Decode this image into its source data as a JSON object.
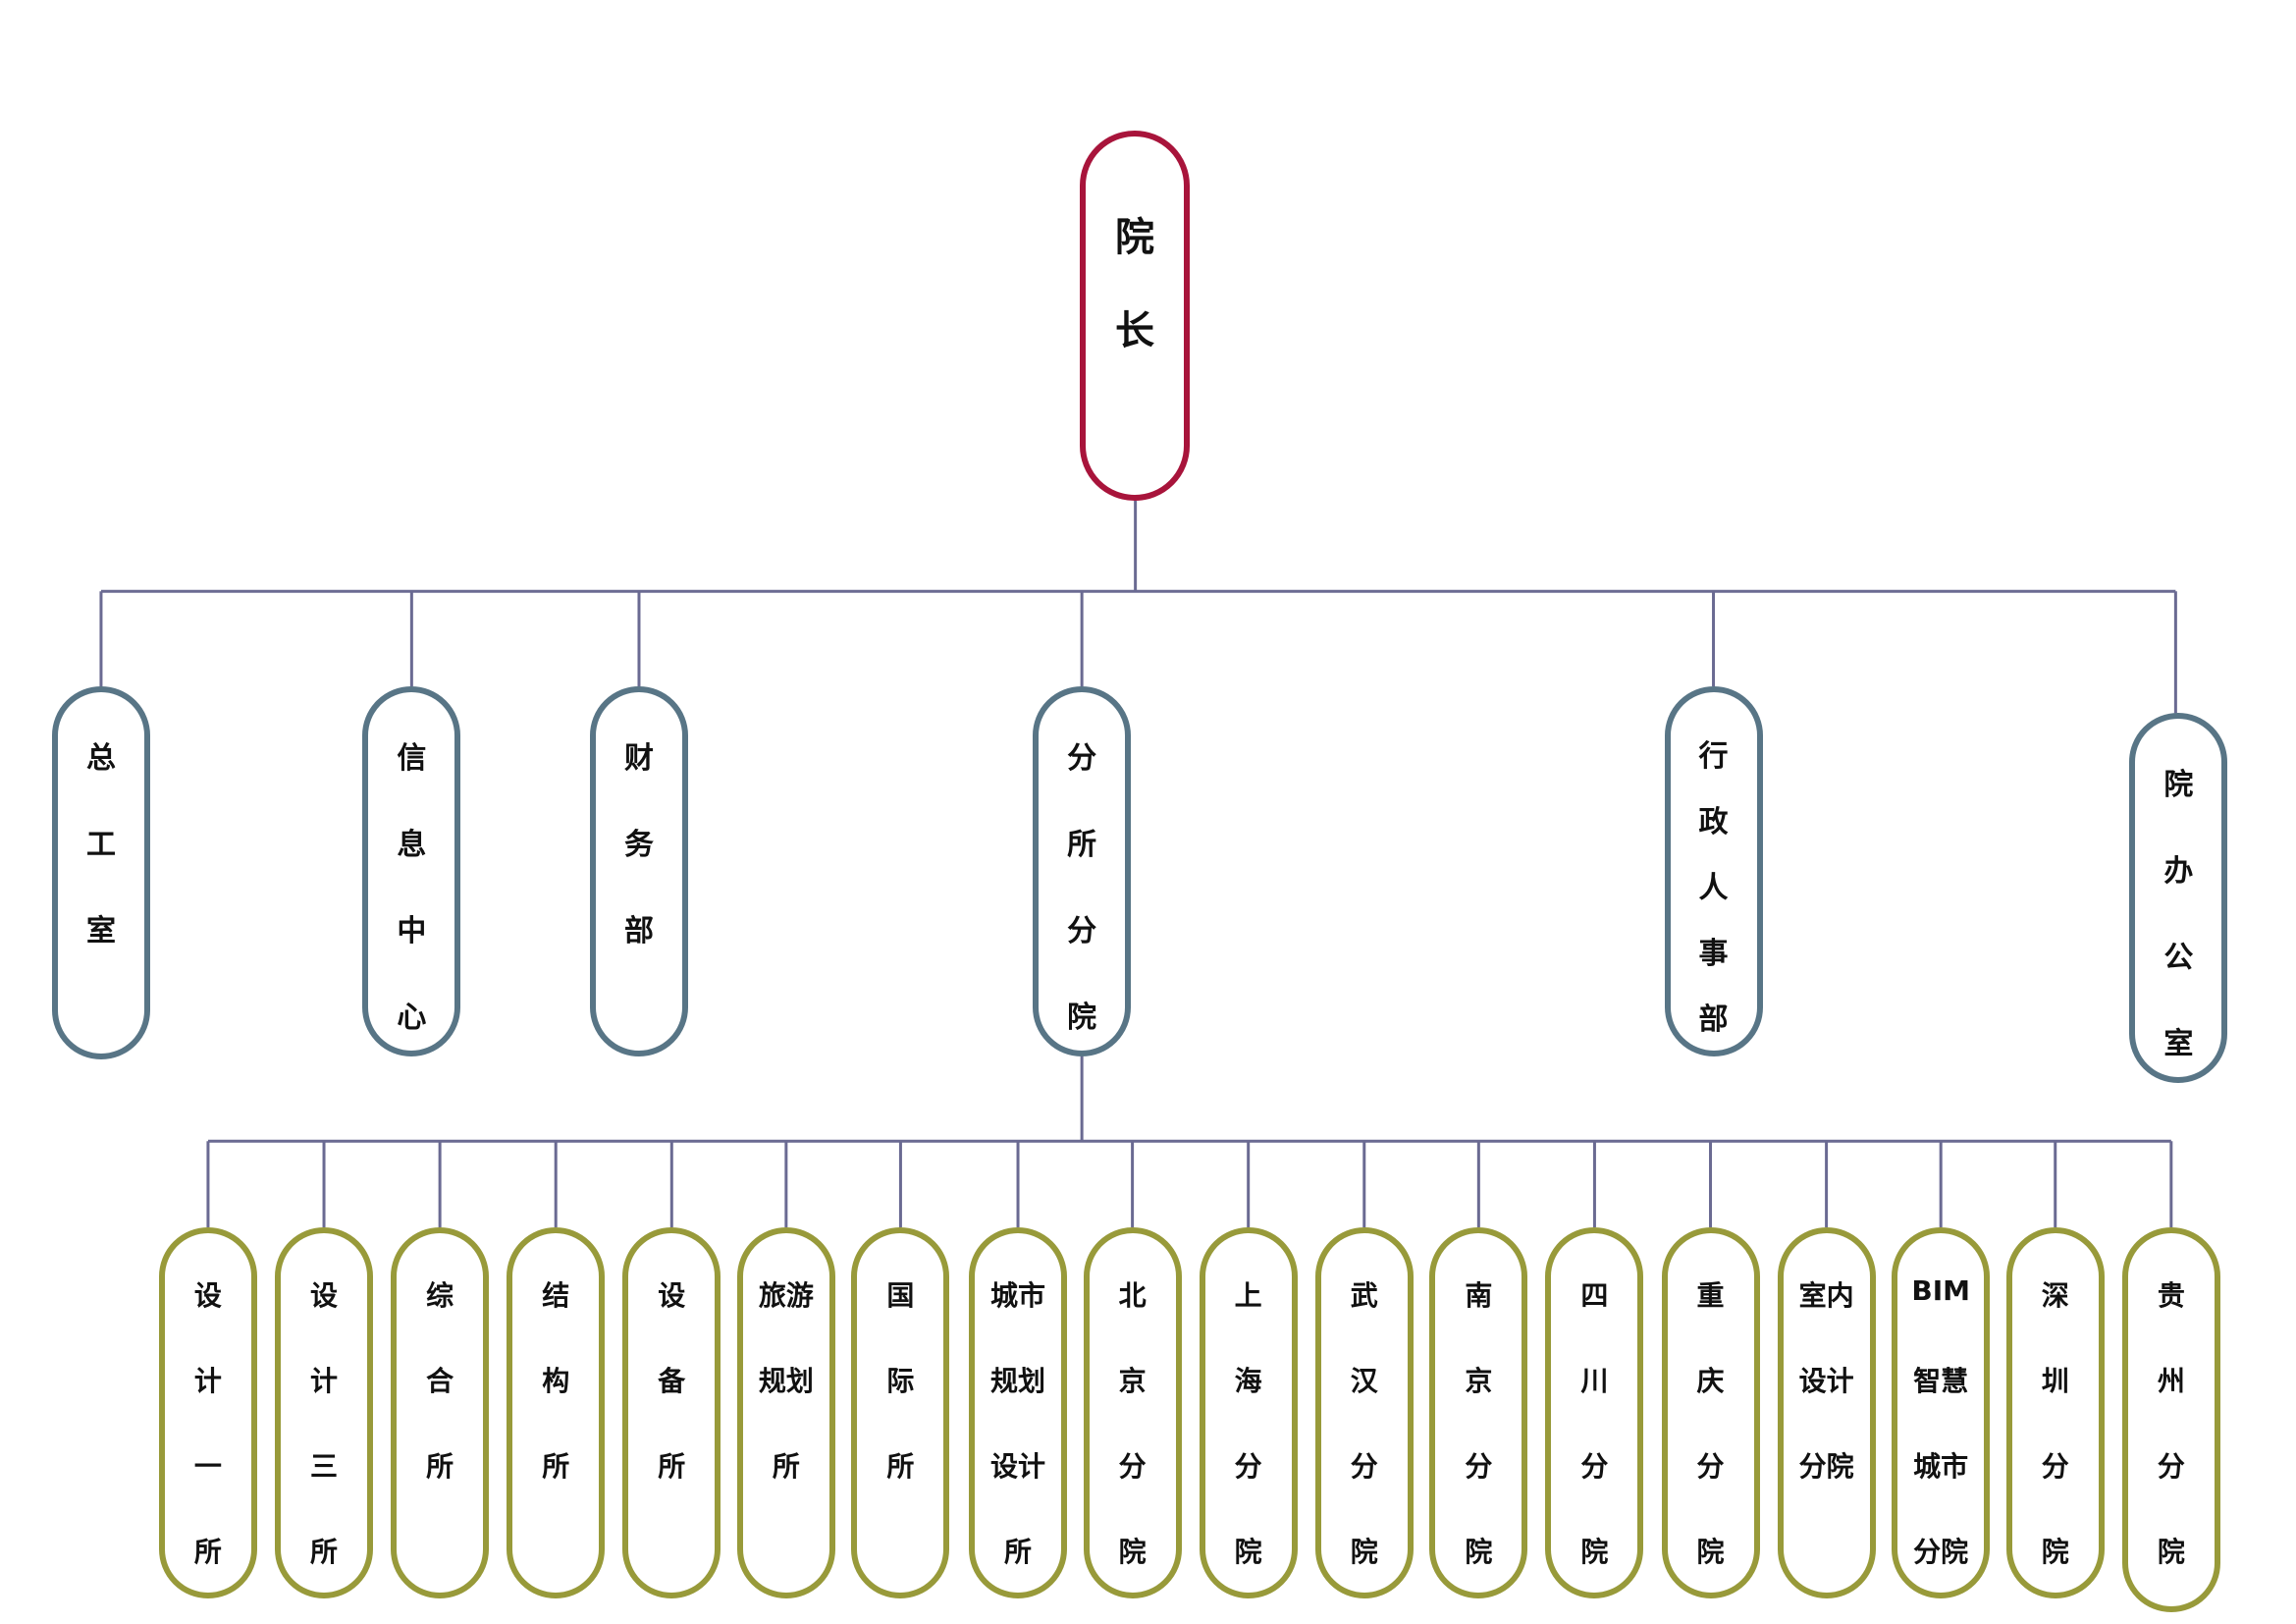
{
  "colors": {
    "line": "#6a6a92",
    "root_border": "#a8143b",
    "dept_border": "#587586",
    "sub_border": "#989a3a"
  },
  "root": {
    "lines": [
      "院",
      "长"
    ]
  },
  "departments": [
    {
      "id": "zonggong",
      "lines": [
        "总",
        "工",
        "室"
      ]
    },
    {
      "id": "xinxi",
      "lines": [
        "信",
        "息",
        "中",
        "心"
      ]
    },
    {
      "id": "caiwu",
      "lines": [
        "财",
        "务",
        "部"
      ]
    },
    {
      "id": "fensuo",
      "lines": [
        "分",
        "所",
        "分",
        "院"
      ]
    },
    {
      "id": "xingzheng",
      "lines": [
        "行",
        "政",
        "人",
        "事",
        "部"
      ]
    },
    {
      "id": "yuanban",
      "lines": [
        "院",
        "办",
        "公",
        "室"
      ]
    }
  ],
  "branches": [
    {
      "lines": [
        "设",
        "计",
        "一",
        "所"
      ]
    },
    {
      "lines": [
        "设",
        "计",
        "三",
        "所"
      ]
    },
    {
      "lines": [
        "综",
        "合",
        "所"
      ]
    },
    {
      "lines": [
        "结",
        "构",
        "所"
      ]
    },
    {
      "lines": [
        "设",
        "备",
        "所"
      ]
    },
    {
      "lines": [
        "旅游",
        "规划",
        "所"
      ]
    },
    {
      "lines": [
        "国",
        "际",
        "所"
      ]
    },
    {
      "lines": [
        "城市",
        "规划",
        "设计",
        "所"
      ]
    },
    {
      "lines": [
        "北",
        "京",
        "分",
        "院"
      ]
    },
    {
      "lines": [
        "上",
        "海",
        "分",
        "院"
      ]
    },
    {
      "lines": [
        "武",
        "汉",
        "分",
        "院"
      ]
    },
    {
      "lines": [
        "南",
        "京",
        "分",
        "院"
      ]
    },
    {
      "lines": [
        "四",
        "川",
        "分",
        "院"
      ]
    },
    {
      "lines": [
        "重",
        "庆",
        "分",
        "院"
      ]
    },
    {
      "lines": [
        "室内",
        "设计",
        "分院"
      ]
    },
    {
      "lines": [
        "BIM",
        "智慧",
        "城市",
        "分院"
      ]
    },
    {
      "lines": [
        "深",
        "圳",
        "分",
        "院"
      ]
    },
    {
      "lines": [
        "贵",
        "州",
        "分",
        "院"
      ]
    }
  ]
}
